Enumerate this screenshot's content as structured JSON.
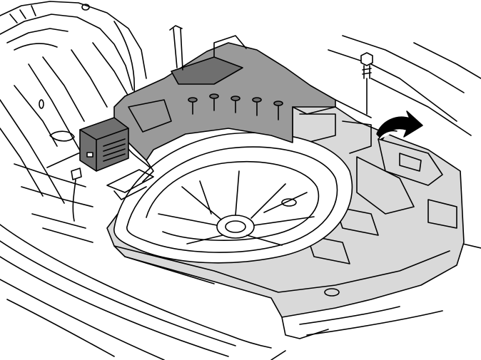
{
  "figure": {
    "style": "black-and-white technical line drawing",
    "colors": {
      "line": "#000000",
      "background": "#ffffff",
      "insert_fill": "#d9d9d9",
      "module_fill": "#9a9a9a",
      "module_dark": "#6f6f6f"
    },
    "components": [
      "vehicle-body-rear",
      "spare-wheel-well",
      "foam-storage-insert",
      "electronic-module-housing",
      "junction-box",
      "retaining-bolt",
      "removal-direction-arrow",
      "wire-connector"
    ]
  }
}
